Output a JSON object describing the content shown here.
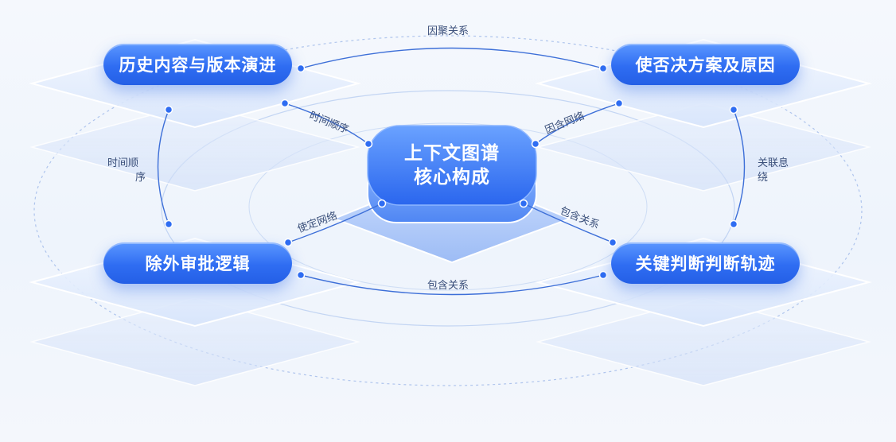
{
  "center": {
    "line1": "上下文图谱",
    "line2": "核心构成"
  },
  "nodes": {
    "top_left": "历史内容与版本演进",
    "top_right": "使否决方案及原因",
    "bottom_left": "除外审批逻辑",
    "bottom_right": "关键判断判断轨迹"
  },
  "edges": {
    "top": "因聚关系",
    "bottom": "包含关系",
    "top_left_center": "时间顺序",
    "top_right_center": "因含网络",
    "bottom_left_center": "使定网络",
    "bottom_right_center": "包含关系",
    "left_vertical_1": "时间顺",
    "left_vertical_2": "序",
    "right_vertical_1": "关联息",
    "right_vertical_2": "绕"
  },
  "colors": {
    "accent": "#2f6df2",
    "accent_light": "#5b97ff",
    "line": "#3d6fd8",
    "plate": "#dde8fb"
  }
}
